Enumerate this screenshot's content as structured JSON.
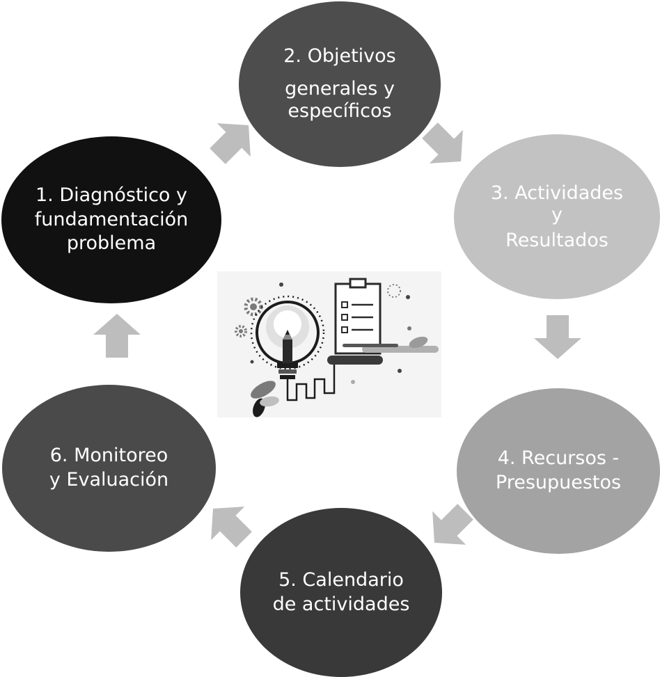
{
  "diagram": {
    "steps": [
      {
        "id": "n1",
        "lines": [
          "1. Diagnóstico y",
          "fundamentación",
          "problema"
        ]
      },
      {
        "id": "n2",
        "lines": [
          "2. Objetivos",
          "generales y",
          "específicos"
        ]
      },
      {
        "id": "n3",
        "lines": [
          "3. Actividades",
          "y",
          "Resultados"
        ]
      },
      {
        "id": "n4",
        "lines": [
          "4. Recursos -",
          "Presupuestos"
        ]
      },
      {
        "id": "n5",
        "lines": [
          "5. Calendario",
          "de actividades"
        ]
      },
      {
        "id": "n6",
        "lines": [
          "6. Monitoreo",
          "y Evaluación"
        ]
      }
    ],
    "arrow_color": "#bdbdbd",
    "center_icon": "lightbulb-pencil-checklist-icon"
  }
}
